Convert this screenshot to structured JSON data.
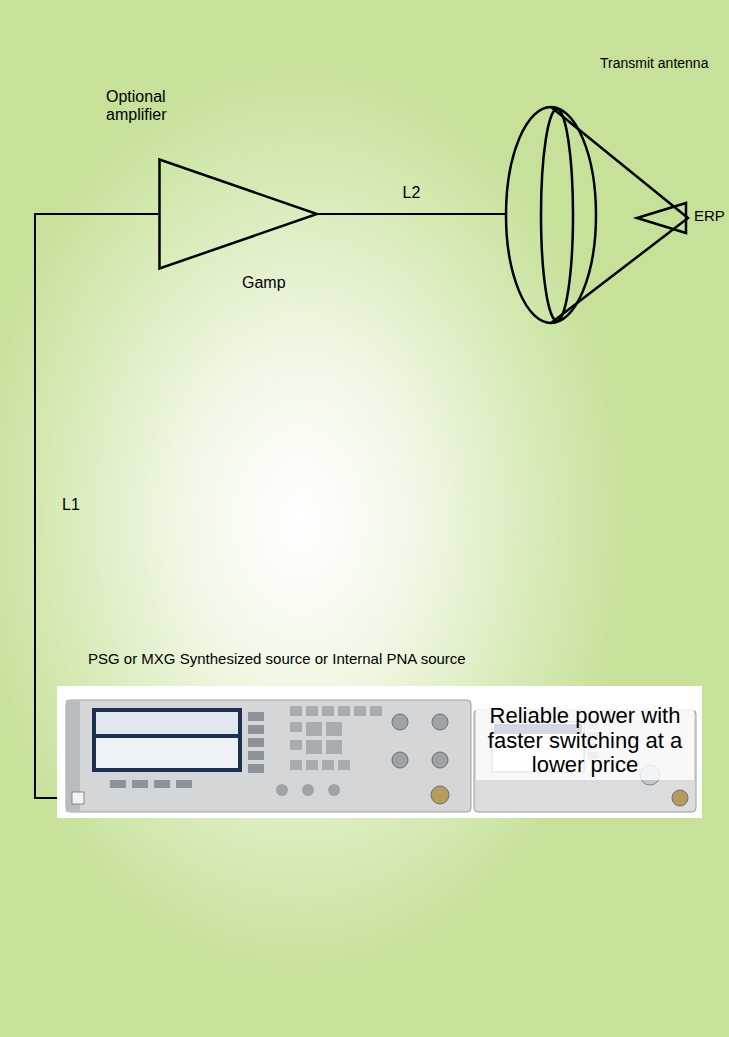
{
  "diagram": {
    "nodes": [
      {
        "text": [
          "Optional amplifier",
          "Gamp"
        ]
      },
      {
        "text": [
          "Transmit antenna",
          "ERP"
        ]
      },
      {
        "text": [
          "PSG or MXG Synthesized source or Internal PNA source",
          "Reliable power with faster switching at a lower price"
        ]
      }
    ],
    "edges": [
      {
        "from": 2,
        "to": 0,
        "arrow": "none",
        "label": "L1"
      },
      {
        "from": 0,
        "to": 1,
        "arrow": "none",
        "label": "L2"
      }
    ]
  }
}
